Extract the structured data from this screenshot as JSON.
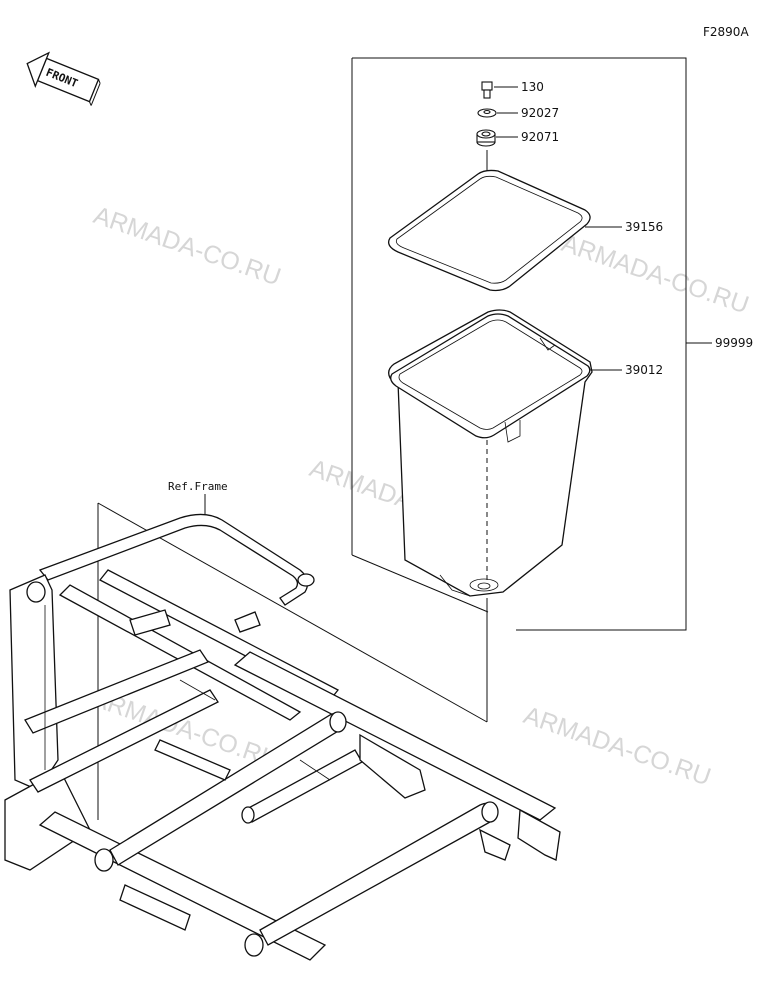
{
  "diagram_code": "F2890A",
  "front_label": "FRONT",
  "ref_frame_label": "Ref.Frame",
  "watermark": "ARMADA-CO.RU",
  "parts": [
    {
      "number": "130"
    },
    {
      "number": "92027"
    },
    {
      "number": "92071"
    },
    {
      "number": "39156"
    },
    {
      "number": "39012"
    },
    {
      "number": "99999"
    }
  ]
}
